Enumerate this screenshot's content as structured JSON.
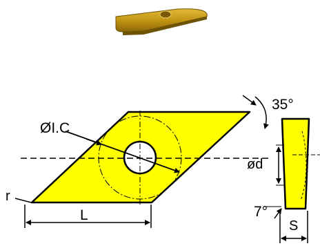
{
  "labels": {
    "inscribed_circle": "ØI.C",
    "corner_radius": "r",
    "edge_length": "L",
    "tip_angle": "35°",
    "hole_diameter": "ød",
    "clearance_angle": "7°",
    "thickness": "S"
  },
  "colors": {
    "insert_fill": "#ffff00",
    "photo_insert": "#b8900c",
    "outline": "#000000"
  }
}
